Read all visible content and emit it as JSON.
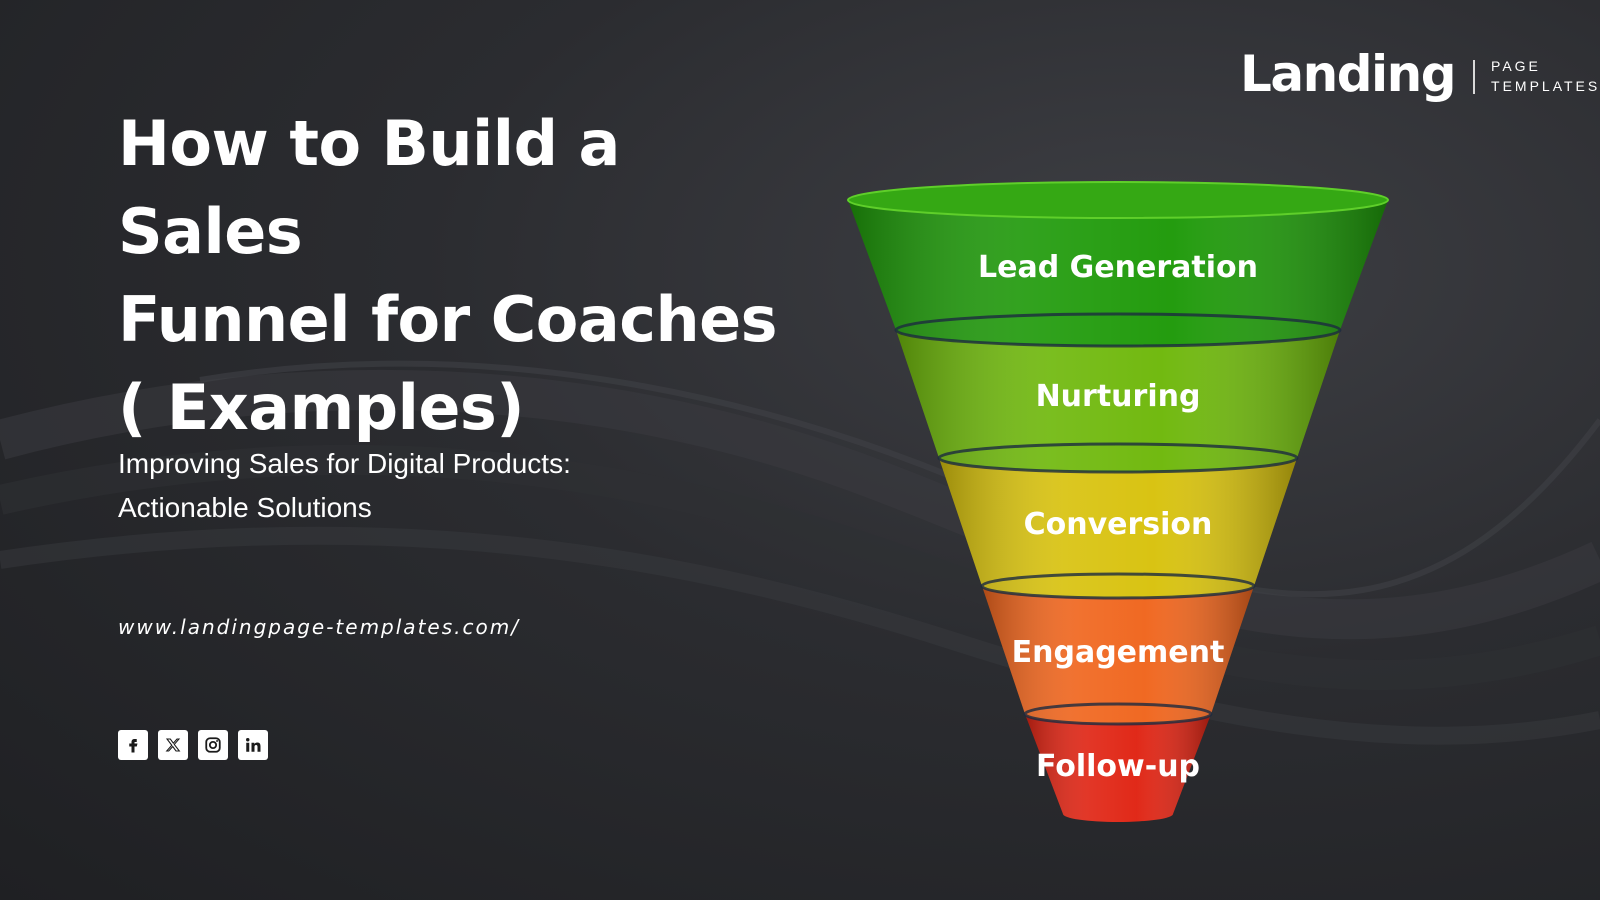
{
  "brand": {
    "name": "Landing",
    "sub_line1": "PAGE",
    "sub_line2": "TEMPLATES"
  },
  "title": {
    "line1": "How to Build a Sales",
    "line2": "Funnel for Coaches",
    "line3": "( Examples)"
  },
  "subtitle": {
    "line1": "Improving Sales for Digital Products:",
    "line2": "Actionable Solutions"
  },
  "url": "www.landingpage-templates.com/",
  "socials": [
    {
      "icon": "facebook-icon"
    },
    {
      "icon": "x-icon"
    },
    {
      "icon": "instagram-icon"
    },
    {
      "icon": "linkedin-icon"
    }
  ],
  "funnel": {
    "stages": [
      {
        "label": "Lead Generation",
        "color": "#1f9a0a"
      },
      {
        "label": "Nurturing",
        "color": "#6fb80c"
      },
      {
        "label": "Conversion",
        "color": "#d8c20e"
      },
      {
        "label": "Engagement",
        "color": "#f0661e"
      },
      {
        "label": "Follow-up",
        "color": "#e02514"
      }
    ]
  }
}
